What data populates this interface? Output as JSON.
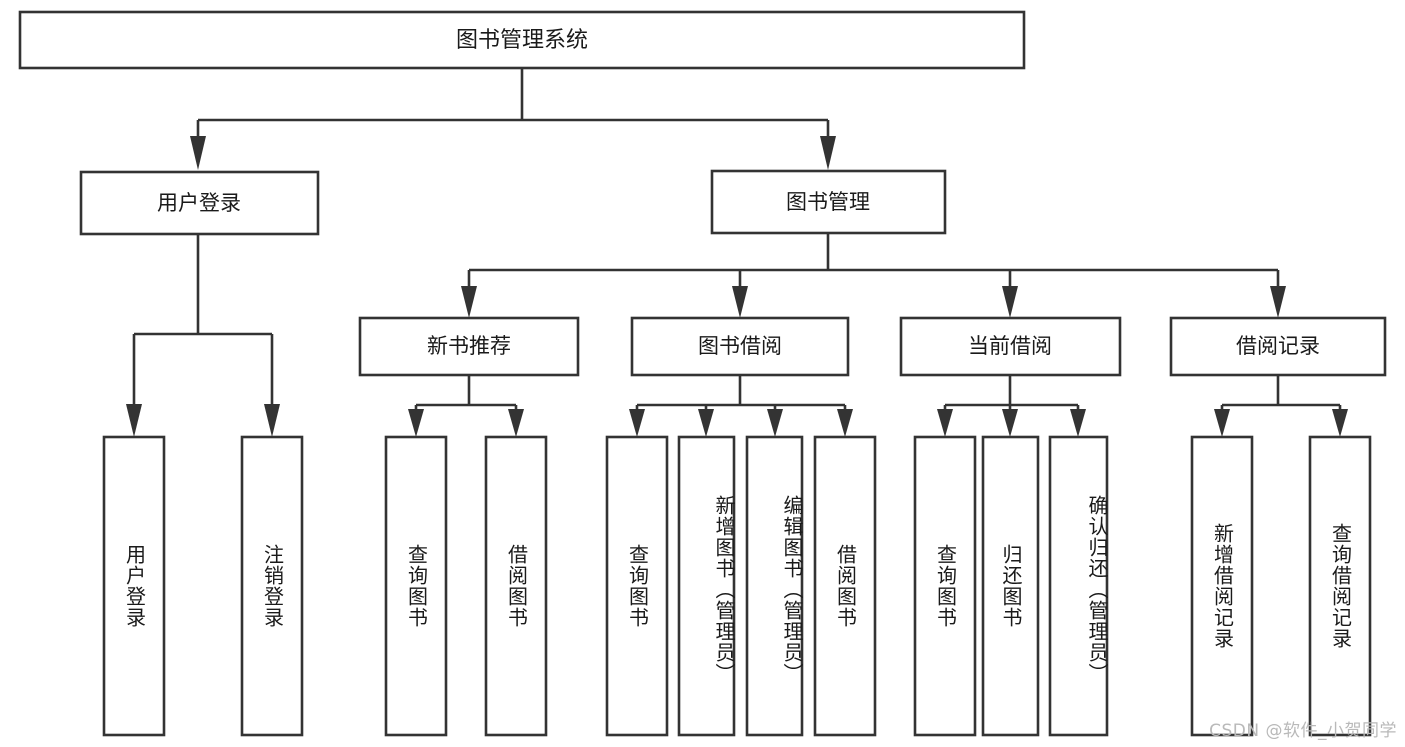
{
  "diagram": {
    "title": "图书管理系统",
    "type": "hierarchy-tree",
    "background_color": "#ffffff",
    "line_color": "#333333",
    "text_color": "#1a1a1a",
    "root": {
      "label": "图书管理系统"
    },
    "level1": [
      {
        "label": "用户登录"
      },
      {
        "label": "图书管理"
      }
    ],
    "level2": [
      {
        "label": "新书推荐"
      },
      {
        "label": "图书借阅"
      },
      {
        "label": "当前借阅"
      },
      {
        "label": "借阅记录"
      }
    ],
    "leaves": [
      {
        "label": "用户登录",
        "parent": "用户登录",
        "align": "center"
      },
      {
        "label": "注销登录",
        "parent": "用户登录",
        "align": "center"
      },
      {
        "label": "查询图书",
        "parent": "新书推荐",
        "align": "center"
      },
      {
        "label": "借阅图书",
        "parent": "新书推荐",
        "align": "center"
      },
      {
        "label": "查询图书",
        "parent": "图书借阅",
        "align": "center"
      },
      {
        "label": "新增图书（管理员）",
        "parent": "图书借阅",
        "align": "top"
      },
      {
        "label": "编辑图书（管理员）",
        "parent": "图书借阅",
        "align": "top"
      },
      {
        "label": "借阅图书",
        "parent": "图书借阅",
        "align": "center"
      },
      {
        "label": "查询图书",
        "parent": "当前借阅",
        "align": "center"
      },
      {
        "label": "归还图书",
        "parent": "当前借阅",
        "align": "center"
      },
      {
        "label": "确认归还（管理员）",
        "parent": "当前借阅",
        "align": "top"
      },
      {
        "label": "新增借阅记录",
        "parent": "借阅记录",
        "align": "center"
      },
      {
        "label": "查询借阅记录",
        "parent": "借阅记录",
        "align": "center"
      }
    ],
    "watermark": "CSDN @软件_小贺同学"
  }
}
